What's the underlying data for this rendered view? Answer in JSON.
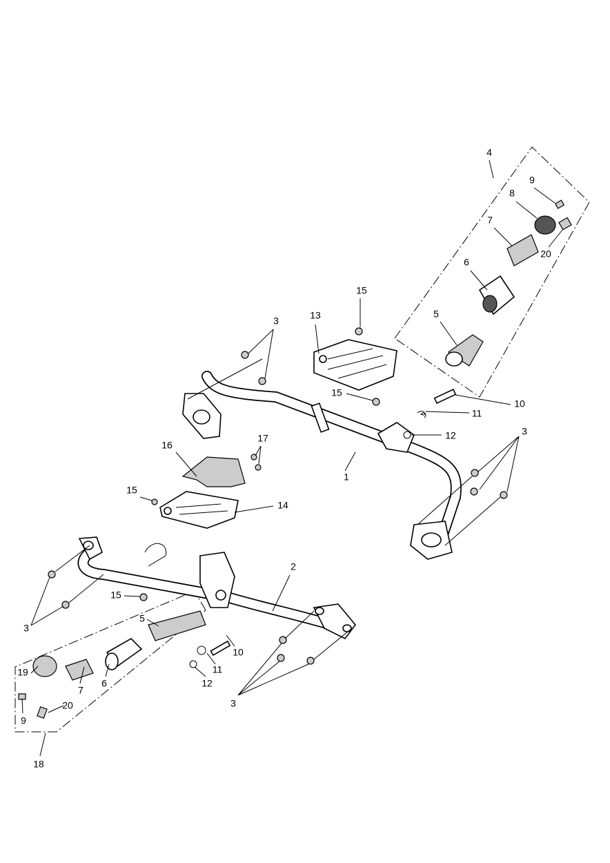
{
  "diagram": {
    "title": "Footrest assembly exploded view",
    "callouts": {
      "c1": "1",
      "c2": "2",
      "c3a": "3",
      "c3b": "3",
      "c3c": "3",
      "c3d": "3",
      "c4": "4",
      "c5a": "5",
      "c5b": "5",
      "c6a": "6",
      "c6b": "6",
      "c7a": "7",
      "c7b": "7",
      "c8": "8",
      "c9a": "9",
      "c9b": "9",
      "c10a": "10",
      "c10b": "10",
      "c11a": "11",
      "c11b": "11",
      "c12a": "12",
      "c12b": "12",
      "c13": "13",
      "c14": "14",
      "c15a": "15",
      "c15b": "15",
      "c15c": "15",
      "c15d": "15",
      "c16": "16",
      "c17": "17",
      "c18": "18",
      "c19": "19",
      "c20a": "20",
      "c20b": "20"
    }
  }
}
